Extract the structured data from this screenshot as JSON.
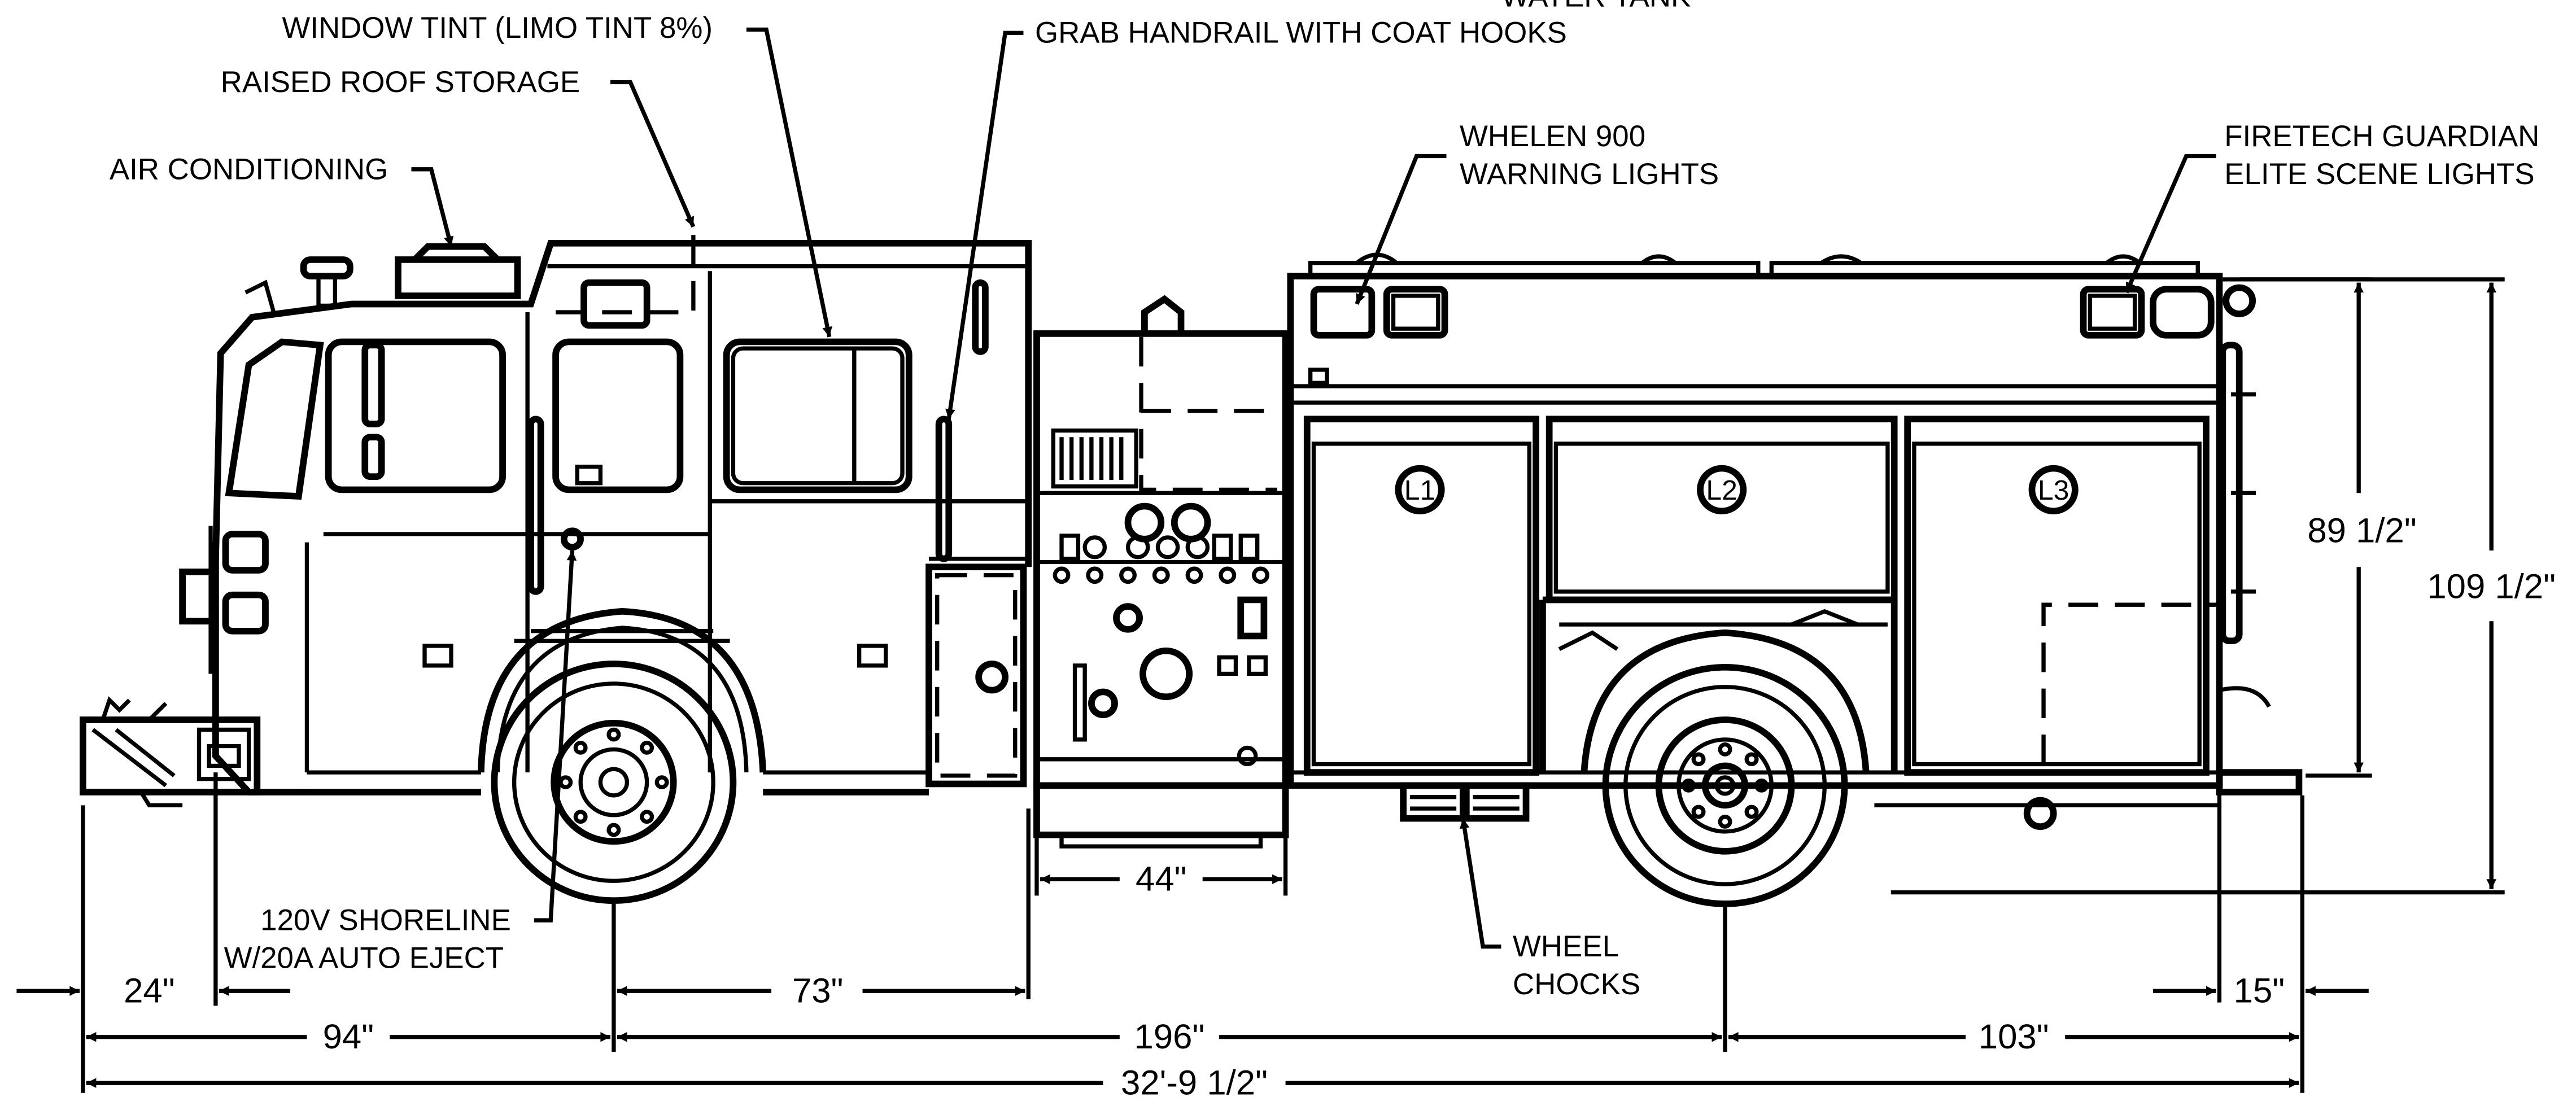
{
  "callouts": {
    "window_tint": "WINDOW TINT (LIMO TINT 8%)",
    "raised_roof_storage": "RAISED ROOF STORAGE",
    "air_conditioning": "AIR CONDITIONING",
    "grab_handrail": "GRAB HANDRAIL WITH COAT HOOKS",
    "water_tank": "WATER TANK",
    "whelen_line1": "WHELEN 900",
    "whelen_line2": "WARNING LIGHTS",
    "firetech_line1": "FIRETECH GUARDIAN",
    "firetech_line2": "ELITE SCENE LIGHTS",
    "shoreline_line1": "120V SHORELINE",
    "shoreline_line2": "W/20A AUTO EJECT",
    "wheel_chocks_line1": "WHEEL",
    "wheel_chocks_line2": "CHOCKS"
  },
  "compartments": [
    "L1",
    "L2",
    "L3"
  ],
  "dimensions": {
    "body_height": "89 1/2\"",
    "overall_height": "109 1/2\"",
    "pump_panel_width": "44\"",
    "front_overhang": "24\"",
    "bumper_to_front_axle": "94\"",
    "axle_to_pump": "73\"",
    "wheelbase": "196\"",
    "rear_axle_to_end": "103\"",
    "rear_overhang": "15\"",
    "overall_length": "32'-9 1/2\""
  }
}
